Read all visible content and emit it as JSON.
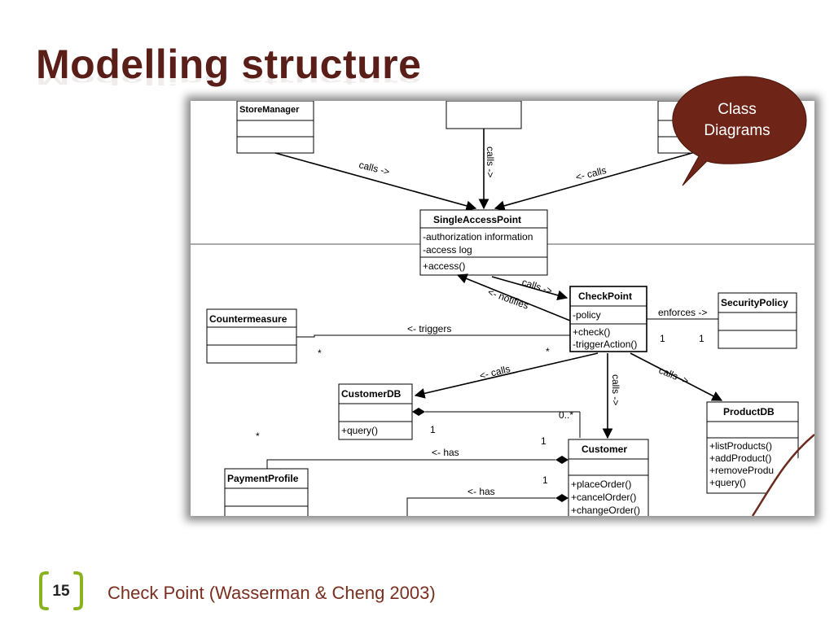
{
  "slide": {
    "title": "Modelling structure",
    "callout_line1": "Class",
    "callout_line2": "Diagrams",
    "page_number": "15",
    "footer": "Check Point (Wasserman & Cheng 2003)"
  },
  "diagram": {
    "classes": {
      "store_manager": "StoreManager",
      "single_access_point": "SingleAccessPoint",
      "sap_attr1": "-authorization information",
      "sap_attr2": "-access log",
      "sap_op1": "+access()",
      "check_point": "CheckPoint",
      "cp_attr1": "-policy",
      "cp_op1": "+check()",
      "cp_op2": "-triggerAction()",
      "security_policy": "SecurityPolicy",
      "countermeasure": "Countermeasure",
      "customer_db": "CustomerDB",
      "cdb_op1": "+query()",
      "product_db": "ProductDB",
      "pdb_op1": "+listProducts()",
      "pdb_op2": "+addProduct()",
      "pdb_op3": "+removeProdu",
      "pdb_op4": "+query()",
      "customer": "Customer",
      "cust_op1": "+placeOrder()",
      "cust_op2": "+cancelOrder()",
      "cust_op3": "+changeOrder()",
      "payment_profile": "PaymentProfile"
    },
    "labels": {
      "calls_left": "calls ->",
      "calls_down": "calls ->",
      "calls_right": "<- calls",
      "calls_cp": "calls ->",
      "notifies": "<- notifies",
      "enforces": "enforces ->",
      "triggers": "<- triggers",
      "calls_cdb": "<- calls",
      "calls_customer": "calls ->",
      "calls_pdb": "calls ->",
      "has1": "<- has",
      "has2": "<- has"
    },
    "multiplicities": {
      "enf_left": "1",
      "enf_right": "1",
      "star1": "*",
      "star2": "*",
      "star3": "*",
      "cdb_one": "1",
      "zero_many": "0..*",
      "one_a": "1",
      "one_b": "1"
    }
  }
}
